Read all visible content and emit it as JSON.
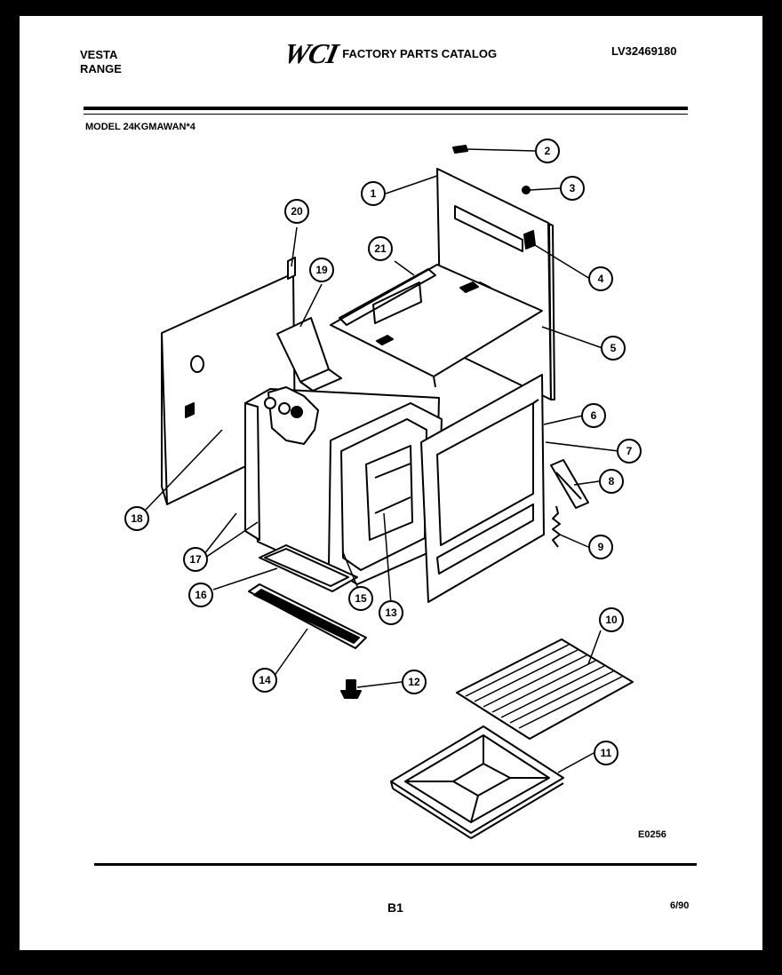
{
  "header": {
    "brand_line1": "VESTA",
    "brand_line2": "RANGE",
    "logo": "WCI",
    "catalog_title": "FACTORY PARTS CATALOG",
    "doc_id": "LV32469180"
  },
  "model": "MODEL 24KGMAWAN*4",
  "parts": [
    {
      "label": "1"
    },
    {
      "label": "2"
    },
    {
      "label": "3"
    },
    {
      "label": "4"
    },
    {
      "label": "5"
    },
    {
      "label": "6"
    },
    {
      "label": "7"
    },
    {
      "label": "8"
    },
    {
      "label": "9"
    },
    {
      "label": "10"
    },
    {
      "label": "11"
    },
    {
      "label": "12"
    },
    {
      "label": "13"
    },
    {
      "label": "14"
    },
    {
      "label": "15"
    },
    {
      "label": "16"
    },
    {
      "label": "17"
    },
    {
      "label": "18"
    },
    {
      "label": "19"
    },
    {
      "label": "20"
    },
    {
      "label": "21"
    }
  ],
  "footer": {
    "diagram_code": "E0256",
    "page": "B1",
    "date": "6/90"
  }
}
